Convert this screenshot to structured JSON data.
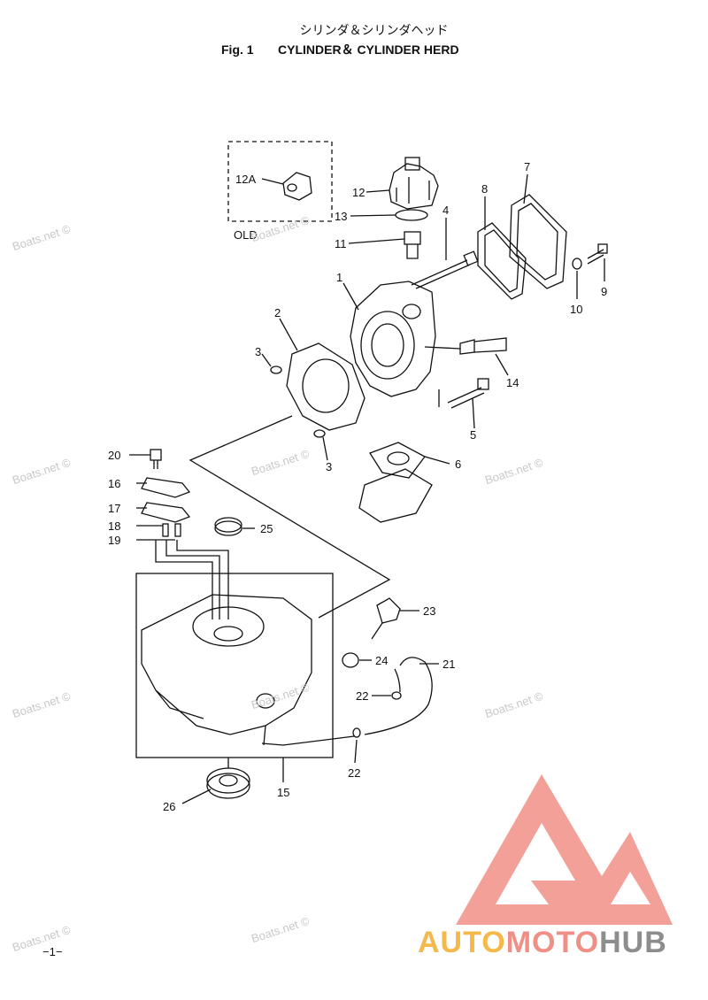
{
  "header": {
    "title_jp": "シリンダ＆シリンダヘッド",
    "fig_number": "Fig. 1",
    "title_en": "CYLINDER＆ CYLINDER HERD"
  },
  "old_label": "OLD",
  "callouts": {
    "c1": "1",
    "c2": "2",
    "c3a": "3",
    "c3b": "3",
    "c4": "4",
    "c5": "5",
    "c6": "6",
    "c7": "7",
    "c8": "8",
    "c9": "9",
    "c10": "10",
    "c11": "11",
    "c12": "12",
    "c12a": "12A",
    "c13": "13",
    "c14": "14",
    "c15": "15",
    "c16": "16",
    "c17": "17",
    "c18": "18",
    "c19": "19",
    "c20": "20",
    "c21": "21",
    "c22a": "22",
    "c22b": "22",
    "c23": "23",
    "c24": "24",
    "c25": "25",
    "c26": "26"
  },
  "watermark_text": "Boats.net ©",
  "page_number": "−1−",
  "brand": {
    "part1": "AUTO",
    "part2": "MOTO",
    "part3": "HUB"
  },
  "colors": {
    "brand_red": "#f08f86",
    "brand_yellow": "#f5b84a",
    "brand_gray": "#8d8d8d",
    "watermark": "#c8c8c8"
  }
}
